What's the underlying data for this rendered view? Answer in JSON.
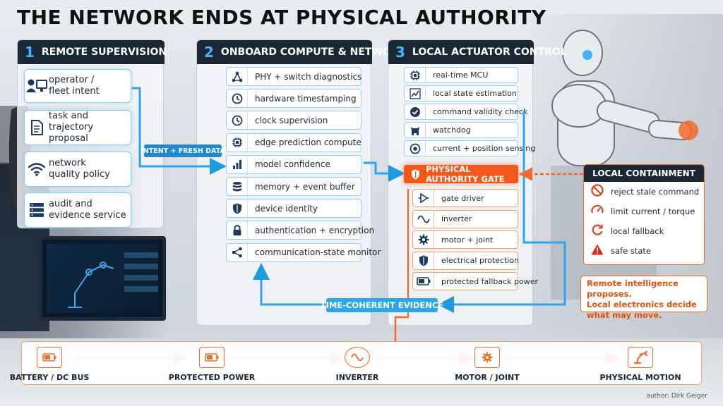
{
  "title": "THE NETWORK ENDS AT PHYSICAL AUTHORITY",
  "panel1": {
    "num": "1",
    "title": "REMOTE SUPERVISION",
    "cards": [
      {
        "icon": "operator-icon",
        "line1": "operator /",
        "line2": "fleet intent"
      },
      {
        "icon": "document-icon",
        "line1": "task and",
        "line2": "trajectory proposal"
      },
      {
        "icon": "wifi-icon",
        "line1": "network",
        "line2": "quality policy"
      },
      {
        "icon": "server-icon",
        "line1": "audit and",
        "line2": "evidence service"
      }
    ]
  },
  "panel2": {
    "num": "2",
    "title": "ONBOARD COMPUTE & NETWORK",
    "rows": [
      {
        "icon": "network-node-icon",
        "label": "PHY + switch diagnostics"
      },
      {
        "icon": "clock-icon",
        "label": "hardware timestamping"
      },
      {
        "icon": "clock-icon",
        "label": "clock supervision"
      },
      {
        "icon": "chip-icon",
        "label": "edge prediction compute"
      },
      {
        "icon": "bar-chart-icon",
        "label": "model confidence"
      },
      {
        "icon": "database-icon",
        "label": "memory + event buffer"
      },
      {
        "icon": "shield-icon",
        "label": "device identity"
      },
      {
        "icon": "lock-icon",
        "label": "authentication + encryption"
      },
      {
        "icon": "share-icon",
        "label": "communication-state monitor"
      }
    ]
  },
  "panel3": {
    "num": "3",
    "title": "LOCAL ACTUATOR CONTROL",
    "rows_top": [
      {
        "icon": "chip-icon",
        "label": "real-time MCU"
      },
      {
        "icon": "trend-icon",
        "label": "local state estimation"
      },
      {
        "icon": "check-circle-icon",
        "label": "command validity check"
      },
      {
        "icon": "watchdog-icon",
        "label": "watchdog"
      },
      {
        "icon": "target-icon",
        "label": "current + position sensing"
      }
    ],
    "gate": "PHYSICAL AUTHORITY GATE",
    "rows_bottom": [
      {
        "icon": "gate-driver-icon",
        "label": "gate driver"
      },
      {
        "icon": "sine-wave-icon",
        "label": "inverter"
      },
      {
        "icon": "gear-icon",
        "label": "motor + joint"
      },
      {
        "icon": "shield-icon",
        "label": "electrical protection"
      },
      {
        "icon": "battery-icon",
        "label": "protected fallback power"
      }
    ]
  },
  "tags": {
    "intent": "INTENT + FRESH DATA",
    "evidence": "TIME-COHERENT EVIDENCE"
  },
  "containment": {
    "title": "LOCAL CONTAINMENT",
    "items": [
      {
        "icon": "no-entry-icon",
        "label": "reject stale command"
      },
      {
        "icon": "gauge-icon",
        "label": "limit current / torque"
      },
      {
        "icon": "refresh-icon",
        "label": "local fallback"
      },
      {
        "icon": "warning-icon",
        "label": "safe state"
      }
    ]
  },
  "quote": {
    "line1": "Remote intelligence proposes.",
    "line2": "Local electronics decide",
    "line3": "what may move."
  },
  "power_chain": [
    {
      "icon": "battery-icon",
      "label": "BATTERY / DC BUS"
    },
    {
      "icon": "battery-icon",
      "label": "PROTECTED POWER"
    },
    {
      "icon": "sine-wave-icon",
      "label": "INVERTER"
    },
    {
      "icon": "gear-icon",
      "label": "MOTOR / JOINT"
    },
    {
      "icon": "robot-arm-icon",
      "label": "PHYSICAL MOTION"
    }
  ],
  "author": "author: Dirk Geiger",
  "colors": {
    "blue": "#1e88d0",
    "orange": "#f26a2a",
    "dark": "#1b2733"
  }
}
